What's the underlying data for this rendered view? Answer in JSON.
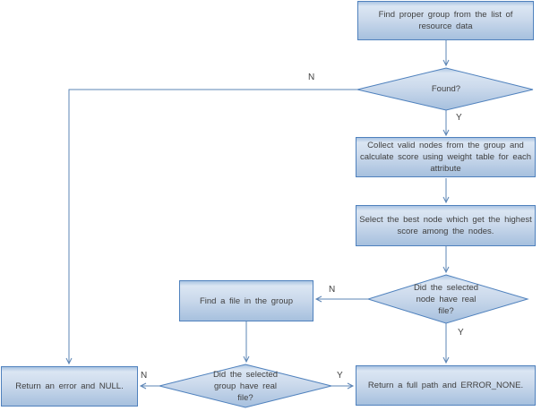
{
  "theme": {
    "background": "#ffffff",
    "accent": "#4f81bd",
    "line": "#5b84b5",
    "text": "#3f3f3f",
    "grad_top": "#aac4e2",
    "grad_light": "#dbe6f3",
    "grad_mid": "#ccdaec",
    "grad_bottom": "#a6c0de"
  },
  "flowchart": {
    "nodes": {
      "find_group": {
        "type": "process",
        "label": [
          "Find proper group from the list of",
          "resource data"
        ]
      },
      "found": {
        "type": "decision",
        "label": "Found?"
      },
      "collect_nodes": {
        "type": "process",
        "label": [
          "Collect valid nodes from the group and",
          "calculate score using weight table for each",
          "attribute"
        ]
      },
      "select_best": {
        "type": "process",
        "label": [
          "Select the best node which get the highest",
          "score among the nodes."
        ]
      },
      "node_has_file": {
        "type": "decision",
        "label": [
          "Did the selected",
          "node have real",
          "file?"
        ]
      },
      "find_file": {
        "type": "process",
        "label": "Find a file in the group"
      },
      "group_has_file": {
        "type": "decision",
        "label": [
          "Did the selected",
          "group have real",
          "file?"
        ]
      },
      "return_error": {
        "type": "terminal",
        "label": "Return an error and NULL."
      },
      "return_path": {
        "type": "terminal",
        "label": "Return a full path and ERROR_NONE."
      }
    },
    "edge_labels": {
      "found_no": "N",
      "found_yes": "Y",
      "node_no": "N",
      "node_yes": "Y",
      "group_no": "N",
      "group_yes": "Y"
    }
  }
}
